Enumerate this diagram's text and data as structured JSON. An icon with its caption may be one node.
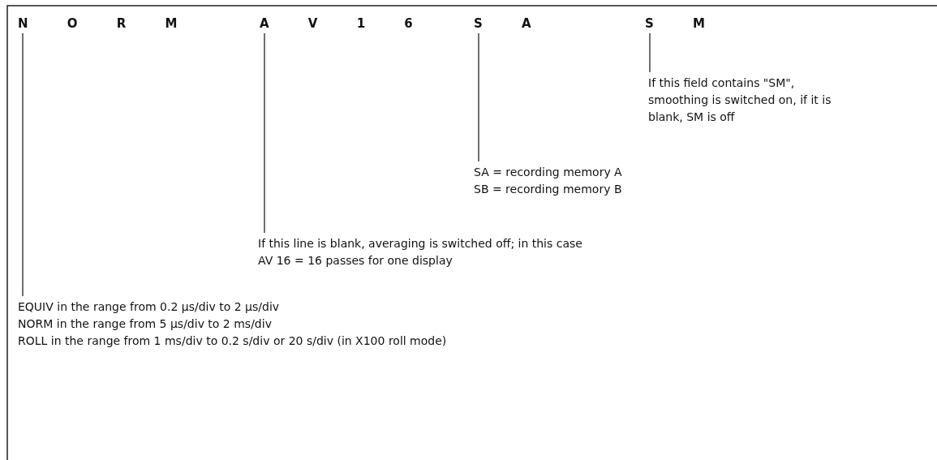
{
  "diagram": {
    "nodes": [
      {
        "text": [
          "N O R M"
        ]
      },
      {
        "text": [
          "A V 1 6"
        ]
      },
      {
        "text": [
          "S A"
        ]
      },
      {
        "text": [
          "S M"
        ]
      },
      {
        "text": [
          "If this field contains \"SM\", smoothing is switched on, if it is blank, SM is off"
        ]
      },
      {
        "text": [
          "SA = recording memory A",
          "SB = recording memory B"
        ]
      },
      {
        "text": [
          "If this line is blank, averaging is switched off; in this case AV 16 = 16 passes for one display"
        ]
      },
      {
        "text": [
          "EQUIV in the range from 0.2 µs/div to 2 µs/div",
          "NORM in the range from 5 µs/div to 2 ms/div",
          "ROLL in the range from 1 ms/div to 0.2 s/div or 20 s/div (in X100 roll mode)"
        ]
      }
    ],
    "edges": [
      {
        "from": 0,
        "to": 7,
        "arrow": "none"
      },
      {
        "from": 1,
        "to": 6,
        "arrow": "none"
      },
      {
        "from": 2,
        "to": 5,
        "arrow": "none"
      },
      {
        "from": 3,
        "to": 4,
        "arrow": "none"
      }
    ]
  }
}
